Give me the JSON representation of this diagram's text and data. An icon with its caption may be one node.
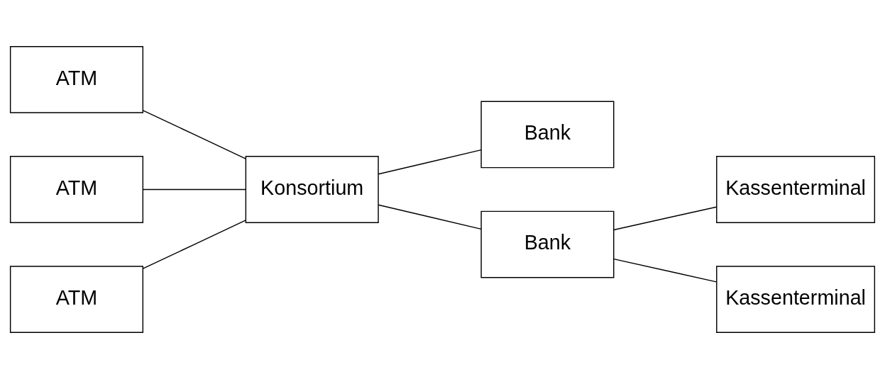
{
  "diagram": {
    "nodes": [
      {
        "text": [
          "ATM"
        ]
      },
      {
        "text": [
          "ATM"
        ]
      },
      {
        "text": [
          "ATM"
        ]
      },
      {
        "text": [
          "Konsortium"
        ]
      },
      {
        "text": [
          "Bank"
        ]
      },
      {
        "text": [
          "Bank"
        ]
      },
      {
        "text": [
          "Kassenterminal"
        ]
      },
      {
        "text": [
          "Kassenterminal"
        ]
      }
    ],
    "edges": [
      {
        "from": 0,
        "to": 3,
        "arrow": "none"
      },
      {
        "from": 1,
        "to": 3,
        "arrow": "none"
      },
      {
        "from": 2,
        "to": 3,
        "arrow": "none"
      },
      {
        "from": 3,
        "to": 4,
        "arrow": "none"
      },
      {
        "from": 3,
        "to": 5,
        "arrow": "none"
      },
      {
        "from": 5,
        "to": 6,
        "arrow": "none"
      },
      {
        "from": 5,
        "to": 7,
        "arrow": "none"
      }
    ]
  }
}
